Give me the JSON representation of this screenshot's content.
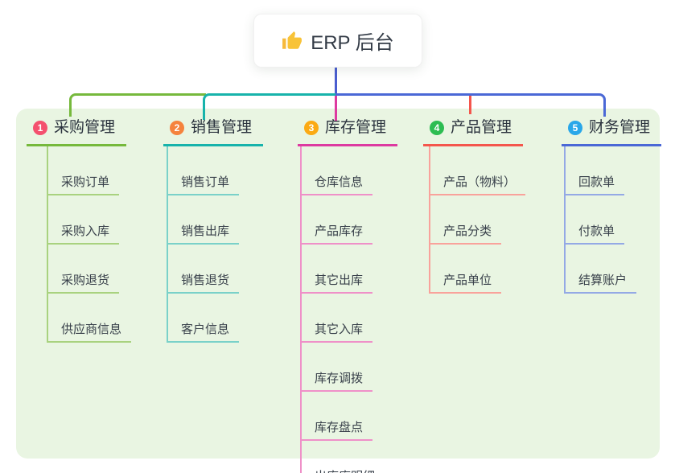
{
  "root": {
    "title": "ERP 后台",
    "icon": "thumbs-up-icon"
  },
  "branches": [
    {
      "key": "purchase",
      "badge": "1",
      "label": "采购管理",
      "color": "#76b93c",
      "light_color": "#a9d27f",
      "badge_color": "#f4506e",
      "children": [
        "采购订单",
        "采购入库",
        "采购退货",
        "供应商信息"
      ]
    },
    {
      "key": "sales",
      "badge": "2",
      "label": "销售管理",
      "color": "#17b3ab",
      "light_color": "#7ad1c9",
      "badge_color": "#f5833d",
      "children": [
        "销售订单",
        "销售出库",
        "销售退货",
        "客户信息"
      ]
    },
    {
      "key": "inventory",
      "badge": "3",
      "label": "库存管理",
      "color": "#dd3aa0",
      "light_color": "#ef90c8",
      "badge_color": "#fbaa14",
      "children": [
        "仓库信息",
        "产品库存",
        "其它出库",
        "其它入库",
        "库存调拨",
        "库存盘点",
        "出库库明细"
      ]
    },
    {
      "key": "product",
      "badge": "4",
      "label": "产品管理",
      "color": "#f4564c",
      "light_color": "#f9a29b",
      "badge_color": "#2dbd52",
      "children": [
        "产品（物料）",
        "产品分类",
        "产品单位"
      ]
    },
    {
      "key": "finance",
      "badge": "5",
      "label": "财务管理",
      "color": "#4a68d6",
      "light_color": "#94a9e5",
      "badge_color": "#29a7e9",
      "children": [
        "回款单",
        "付款单",
        "结算账户"
      ]
    }
  ],
  "colors": {
    "trunk_line": "#4a5dd0",
    "panel_background": "#e9f5e2"
  }
}
